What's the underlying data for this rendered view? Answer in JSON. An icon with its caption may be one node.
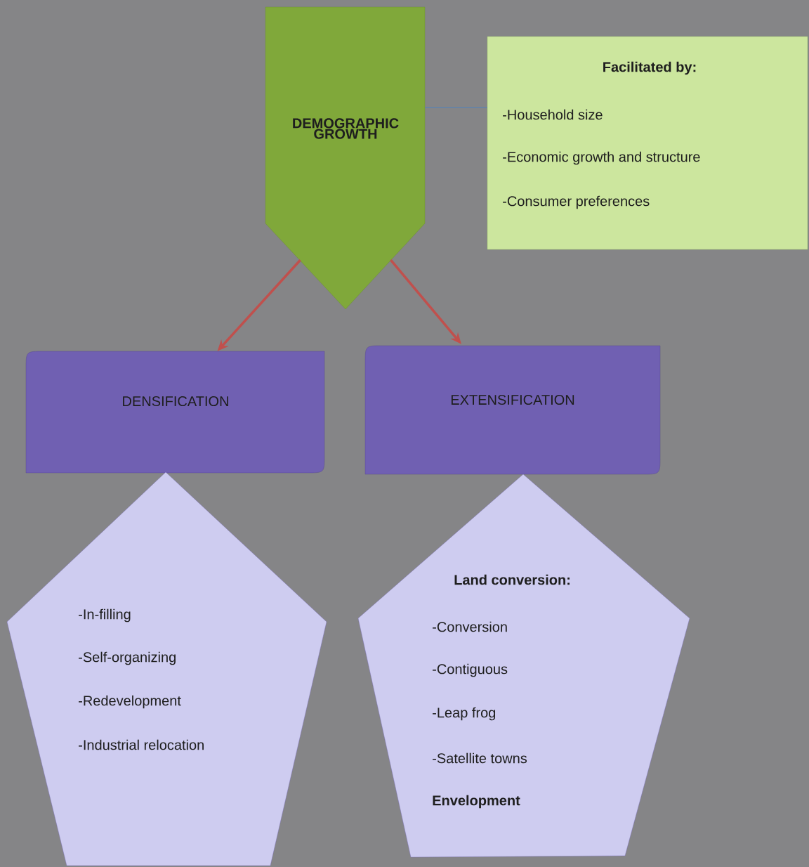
{
  "diagram": {
    "nodes": [
      {
        "text": [
          "DEMOGRAPHIC GROWTH"
        ]
      },
      {
        "text": [
          "Facilitated by:",
          "-Household size",
          "-Economic growth and structure",
          "-Consumer preferences"
        ]
      },
      {
        "text": [
          "DENSIFICATION"
        ]
      },
      {
        "text": [
          "EXTENSIFICATION"
        ]
      },
      {
        "text": [
          "-In-filling",
          "-Self-organizing",
          "-Redevelopment",
          "-Industrial relocation"
        ]
      },
      {
        "text": [
          "Land conversion:",
          "-Conversion",
          "-Contiguous",
          "-Leap frog",
          "-Satellite towns",
          "Envelopment"
        ]
      }
    ],
    "edges": [
      {
        "from": 0,
        "to": 1,
        "arrow": "none",
        "color": "#4f81bd"
      },
      {
        "from": 0,
        "to": 2,
        "arrow": "to"
      },
      {
        "from": 0,
        "to": 3,
        "arrow": "to"
      }
    ]
  }
}
